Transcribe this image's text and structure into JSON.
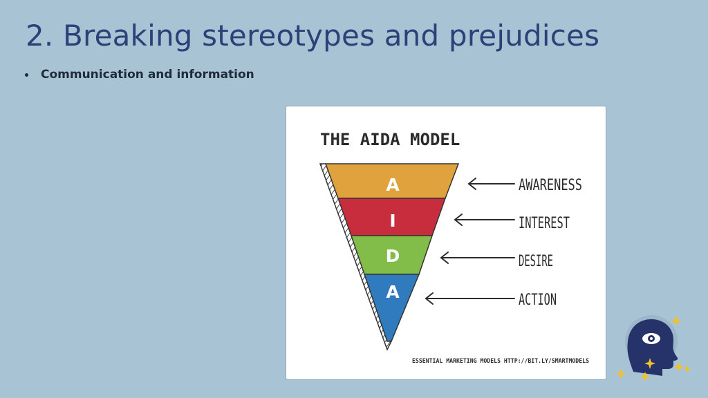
{
  "slide": {
    "title": "2. Breaking stereotypes and prejudices",
    "bullet": "Communication and information"
  },
  "diagram": {
    "title": "THE AIDA MODEL",
    "layers": [
      {
        "letter": "A",
        "label": "AWARENESS",
        "color": "#e0a23c"
      },
      {
        "letter": "I",
        "label": "INTEREST",
        "color": "#c82d3e"
      },
      {
        "letter": "D",
        "label": "DESIRE",
        "color": "#82bd4a"
      },
      {
        "letter": "A",
        "label": "ACTION",
        "color": "#2f7bbd"
      }
    ],
    "footer": "ESSENTIAL MARKETING MODELS HTTP://BIT.LY/SMARTMODELS"
  },
  "colors": {
    "background": "#a7c3d4",
    "title": "#2c4178",
    "logo_head": "#25336a",
    "logo_star": "#f2c02b"
  },
  "logo": {
    "icon": "eye-head-icon"
  }
}
